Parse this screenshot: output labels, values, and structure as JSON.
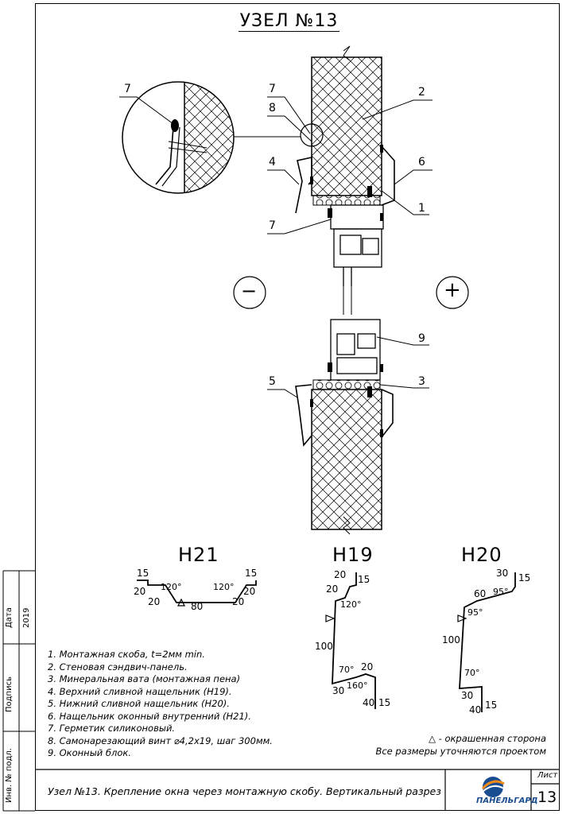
{
  "title": "УЗЕЛ №13",
  "caption": "Узел №13. Крепление окна через монтажную скобу. Вертикальный разрез",
  "sheet_label": "Лист",
  "sheet_number": "13",
  "logo_text": "ПАНЕЛЬГАРД",
  "stamp": {
    "date_label": "Дата",
    "date_value": "2019",
    "signature_label": "Подпись",
    "inventory_label": "Инв. № подл."
  },
  "legend": [
    "1. Монтажная скоба, t=2мм min.",
    "2. Стеновая сэндвич-панель.",
    "3. Минеральная вата (монтажная пена)",
    "4. Верхний сливной нащельник (Н19).",
    "5. Нижний сливной нащельник (Н20).",
    "6. Нащельник оконный внутренний (Н21).",
    "7. Герметик силиконовый.",
    "8. Самонарезающий винт ⌀4,2х19, шаг 300мм.",
    "9. Оконный блок."
  ],
  "notes": {
    "painted_side": "△ - окрашенная сторона",
    "dimensions": "Все размеры уточняются проектом"
  },
  "callouts": {
    "c2": "2",
    "c7a": "7",
    "c8": "8",
    "c4": "4",
    "c6": "6",
    "c1": "1",
    "c7b": "7",
    "c7c": "7",
    "c9": "9",
    "c5": "5",
    "c3": "3"
  },
  "side_signs": {
    "minus": "−",
    "plus": "+"
  },
  "profiles": {
    "h21": {
      "name": "Н21",
      "dims": {
        "l15": "15",
        "r15": "15",
        "l20a": "20",
        "l20b": "20",
        "r20a": "20",
        "r20b": "20",
        "bottom": "80",
        "angle_l": "120°",
        "angle_r": "120°"
      }
    },
    "h19": {
      "name": "Н19",
      "dims": {
        "top20": "20",
        "top15": "15",
        "s20": "20",
        "angle1": "120°",
        "h100": "100",
        "angle2": "70°",
        "d20": "20",
        "angle3": "160°",
        "d30": "30",
        "d40": "40",
        "d15": "15"
      }
    },
    "h20": {
      "name": "Н20",
      "dims": {
        "top30": "30",
        "top15": "15",
        "s60": "60",
        "angle1": "95°",
        "angle2": "95°",
        "h100": "100",
        "angle3": "70°",
        "d30": "30",
        "d40": "40",
        "d15": "15"
      }
    }
  }
}
